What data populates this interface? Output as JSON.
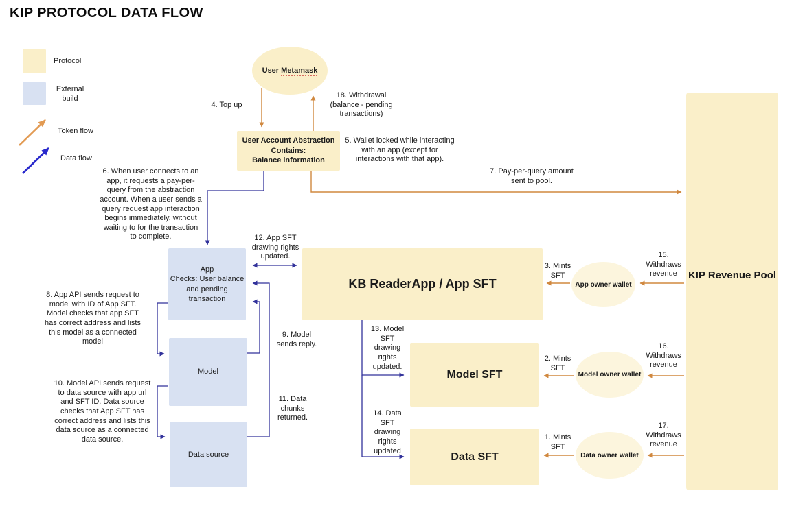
{
  "title": "KIP PROTOCOL DATA FLOW",
  "colors": {
    "protocol-fill": "#FAEFC9",
    "wallet-fill": "#FCF5DD",
    "external-fill": "#D8E1F2",
    "token": "#D0883F",
    "token-legend": "#E29A52",
    "data": "#32329B",
    "data-legend": "#2929CC",
    "text": "#1b1b1b",
    "spellcheck": "#D96A5E"
  },
  "legend": {
    "items": [
      {
        "label": "Protocol"
      },
      {
        "label": "External\nbuild"
      },
      {
        "label": "Token flow"
      },
      {
        "label": "Data flow"
      }
    ]
  },
  "nodes": {
    "user_metamask": {
      "prefix": "User ",
      "word": "Metamask"
    },
    "account_abstraction": {
      "label": "User Account Abstraction\nContains:\nBalance information"
    },
    "app": {
      "label": "App\nChecks: User balance\nand pending\ntransaction"
    },
    "model": {
      "label": "Model"
    },
    "data_source": {
      "label": "Data source"
    },
    "kb_readerapp": {
      "label": "KB ReaderApp / App SFT"
    },
    "model_sft": {
      "label": "Model SFT"
    },
    "data_sft": {
      "label": "Data SFT"
    },
    "kip_pool": {
      "label": "KIP Revenue Pool"
    },
    "app_owner_wallet": {
      "label": "App owner wallet"
    },
    "model_owner_wallet": {
      "label": "Model owner wallet"
    },
    "data_owner_wallet": {
      "label": "Data owner wallet"
    }
  },
  "annotations": {
    "top_up": "4. Top up",
    "withdrawal": "18. Withdrawal\n(balance - pending\ntransactions)",
    "wallet_locked": "5. Wallet locked while interacting\nwith an app (except for\ninteractions with that app).",
    "connects": "6. When user connects to an\napp, it requests a pay-per-\nquery from the abstraction\naccount. When a user sends a\nquery request app interaction\nbegins immediately, without\nwaiting to for the transaction\nto complete.",
    "pay_per_query": "7. Pay-per-query amount\nsent to pool.",
    "app_api": "8. App API sends request to\nmodel with ID of App SFT.\nModel checks that app SFT\nhas correct address and lists\nthis model as a connected\nmodel",
    "model_reply": "9. Model\nsends reply.",
    "model_api": "10. Model API sends request\nto data source with app url\nand SFT ID. Data source\nchecks that App SFT has\ncorrect address and lists this\ndata source as a connected\ndata source.",
    "data_chunks": "11. Data\nchunks\nreturned.",
    "app_sft_rights": "12. App SFT\ndrawing rights\nupdated.",
    "model_sft_rights": "13. Model\nSFT\ndrawing\nrights\nupdated.",
    "data_sft_rights": "14. Data\nSFT\ndrawing\nrights\nupdated",
    "mints_app": "3. Mints\nSFT",
    "mints_model": "2. Mints\nSFT",
    "mints_data": "1. Mints\nSFT",
    "withdraws_app": "15.\nWithdraws\nrevenue",
    "withdraws_model": "16.\nWithdraws\nrevenue",
    "withdraws_data": "17.\nWithdraws\nrevenue"
  }
}
